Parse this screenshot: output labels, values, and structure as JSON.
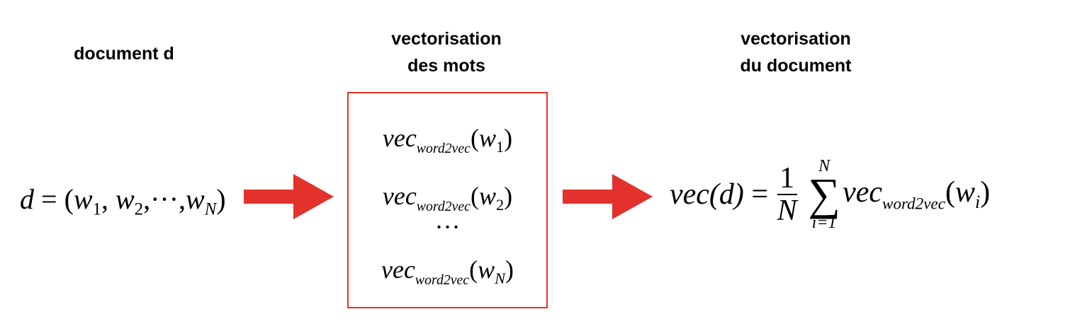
{
  "headings": {
    "input": "document d",
    "word_vec_line1": "vectorisation",
    "word_vec_line2": "des mots",
    "doc_vec_line1": "vectorisation",
    "doc_vec_line2": "du document"
  },
  "colors": {
    "arrow": "#e3312b",
    "box_border": "#e3312b"
  },
  "input_formula": {
    "lhs": "d",
    "eq": "=",
    "open": "(",
    "w": "w",
    "sub1": "1",
    "comma": ",",
    "sub2": "2",
    "dots": "···",
    "subN": "N",
    "close": ")"
  },
  "word_vectors": {
    "vec": "vec",
    "model": "word2vec",
    "w": "w",
    "row1_index": "1",
    "row2_index": "2",
    "ellipsis": "···",
    "row3_index": "N"
  },
  "doc_formula": {
    "lhs": "vec(d)",
    "eq": "=",
    "frac_num": "1",
    "frac_den": "N",
    "sum_top": "N",
    "sum_symbol": "∑",
    "sum_bottom": "i=1",
    "vec": "vec",
    "model": "word2vec",
    "w": "w",
    "index": "i"
  }
}
